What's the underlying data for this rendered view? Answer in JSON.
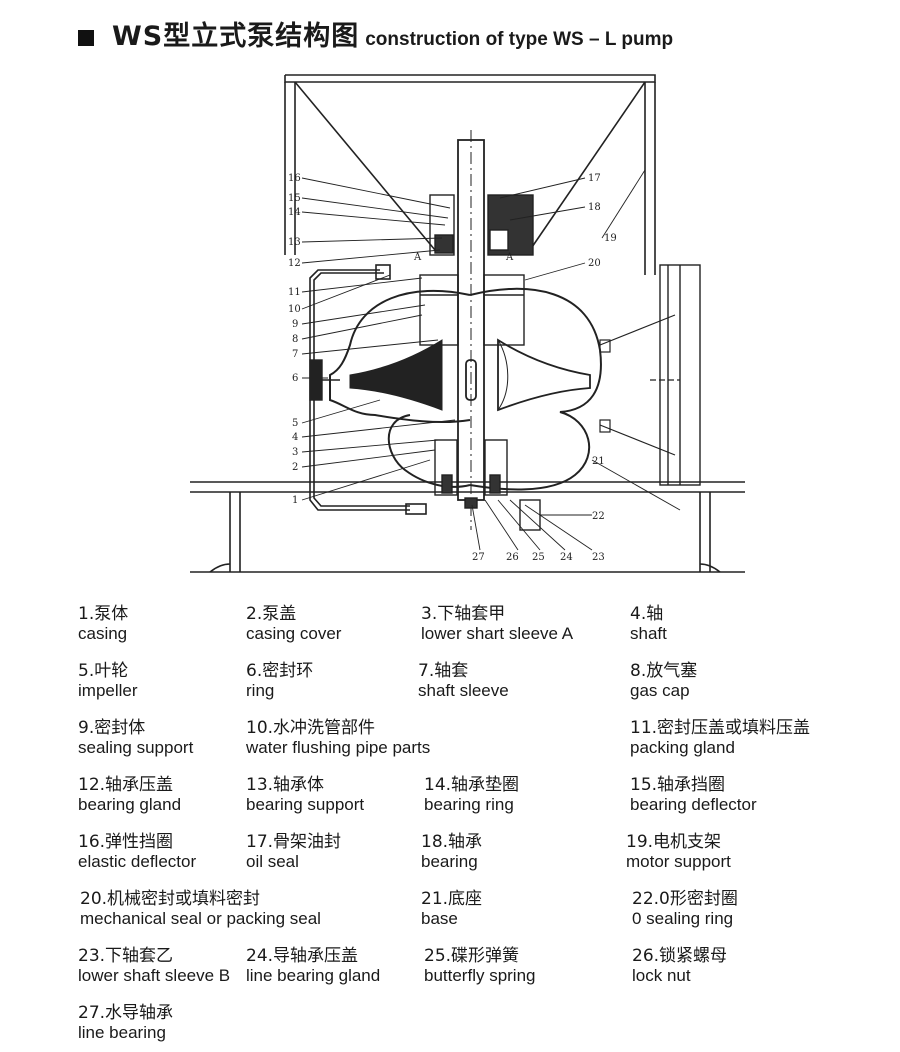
{
  "header": {
    "title_cn": "WS型立式泵结构图",
    "title_en": "construction of type WS – L pump"
  },
  "diagram": {
    "callouts": [
      "1",
      "2",
      "3",
      "4",
      "5",
      "6",
      "7",
      "8",
      "9",
      "10",
      "11",
      "12",
      "13",
      "14",
      "15",
      "16",
      "17",
      "18",
      "19",
      "20",
      "21",
      "22",
      "23",
      "24",
      "25",
      "26",
      "27"
    ],
    "section_label": "A"
  },
  "parts": [
    {
      "cn": "1.泵体",
      "en": "casing"
    },
    {
      "cn": "2.泵盖",
      "en": "casing cover"
    },
    {
      "cn": "3.下轴套甲",
      "en": "lower shart sleeve A"
    },
    {
      "cn": "4.轴",
      "en": "shaft"
    },
    {
      "cn": "5.叶轮",
      "en": "impeller"
    },
    {
      "cn": "6.密封环",
      "en": "ring"
    },
    {
      "cn": "7.轴套",
      "en": "shaft sleeve"
    },
    {
      "cn": "8.放气塞",
      "en": "gas cap"
    },
    {
      "cn": "9.密封体",
      "en": "sealing support"
    },
    {
      "cn": "10.水冲洗管部件",
      "en": "water flushing pipe parts"
    },
    {
      "cn": "11.密封压盖或填料压盖",
      "en": "packing gland"
    },
    {
      "cn": "12.轴承压盖",
      "en": "bearing gland"
    },
    {
      "cn": "13.轴承体",
      "en": "bearing support"
    },
    {
      "cn": "14.轴承垫圈",
      "en": "bearing ring"
    },
    {
      "cn": "15.轴承挡圈",
      "en": "bearing deflector"
    },
    {
      "cn": "16.弹性挡圈",
      "en": "elastic deflector"
    },
    {
      "cn": "17.骨架油封",
      "en": "oil seal"
    },
    {
      "cn": "18.轴承",
      "en": "bearing"
    },
    {
      "cn": "19.电机支架",
      "en": "motor support"
    },
    {
      "cn": "20.机械密封或填料密封",
      "en": "mechanical seal or packing seal"
    },
    {
      "cn": "21.底座",
      "en": "base"
    },
    {
      "cn": "22.0形密封圈",
      "en": "0 sealing ring"
    },
    {
      "cn": "23.下轴套乙",
      "en": "lower shaft sleeve B"
    },
    {
      "cn": "24.导轴承压盖",
      "en": "line bearing gland"
    },
    {
      "cn": "25.碟形弹簧",
      "en": "butterfly spring"
    },
    {
      "cn": "26.锁紧螺母",
      "en": "lock nut"
    },
    {
      "cn": "27.水导轴承",
      "en": "line bearing"
    }
  ]
}
